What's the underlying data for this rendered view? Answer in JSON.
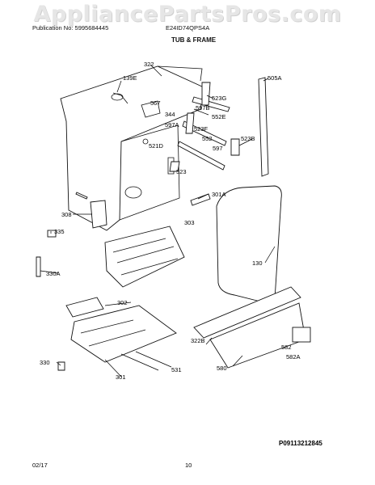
{
  "watermark": "AppliancePartsPros.com",
  "header": {
    "publication": "Publication No: 5995684445",
    "model": "E24ID74QPS4A",
    "title": "TUB & FRAME"
  },
  "figure_id": "P09113212845",
  "footer": {
    "date": "02/17",
    "page": "10"
  },
  "callouts": [
    "322",
    "139E",
    "567",
    "344",
    "597B",
    "552E",
    "505A",
    "523G",
    "597A",
    "523F",
    "552",
    "523B",
    "521D",
    "597",
    "523",
    "301A",
    "308",
    "303",
    "335",
    "130",
    "330A",
    "302",
    "322B",
    "330",
    "582",
    "582A",
    "580",
    "301",
    "531"
  ]
}
